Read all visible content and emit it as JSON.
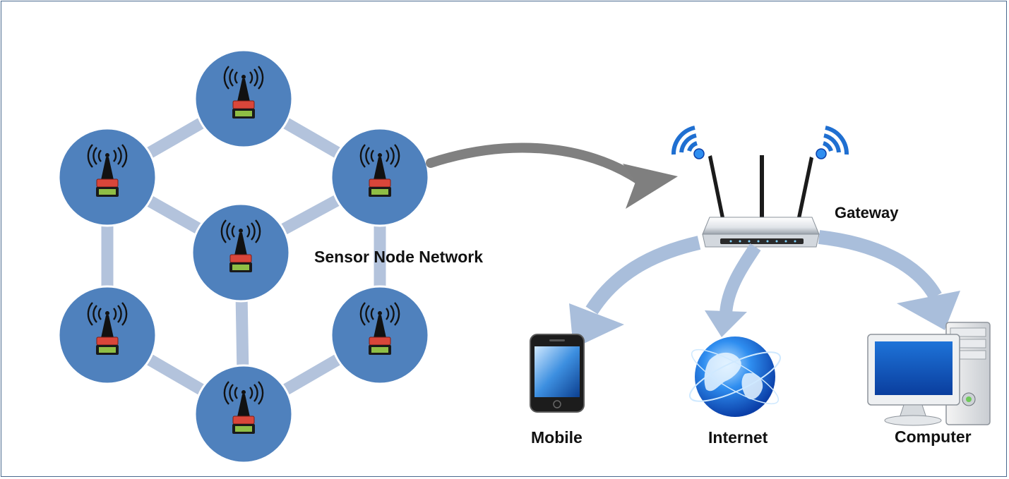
{
  "labels": {
    "sensor_network": "Sensor Node Network",
    "gateway": "Gateway",
    "mobile": "Mobile",
    "internet": "Internet",
    "computer": "Computer"
  },
  "colors": {
    "node_fill": "#4f81bd",
    "ring": "#b3c3dc",
    "flow_arrow": "#7f7f7f",
    "output_arrow": "#a9bedb",
    "sensor_red": "#d9463a",
    "sensor_green": "#8fbe45",
    "wifi_blue": "#1f6fd1"
  },
  "nodes": [
    {
      "id": "top"
    },
    {
      "id": "upper-left"
    },
    {
      "id": "upper-right"
    },
    {
      "id": "center"
    },
    {
      "id": "lower-left"
    },
    {
      "id": "lower-right"
    },
    {
      "id": "bottom"
    }
  ],
  "icons": {
    "node_icon": "sensor-antenna-icon",
    "gateway_icon": "wireless-router-icon",
    "mobile_icon": "smartphone-icon",
    "internet_icon": "globe-icon",
    "computer_icon": "desktop-computer-icon",
    "wifi_icon": "wifi-signal-icon"
  }
}
